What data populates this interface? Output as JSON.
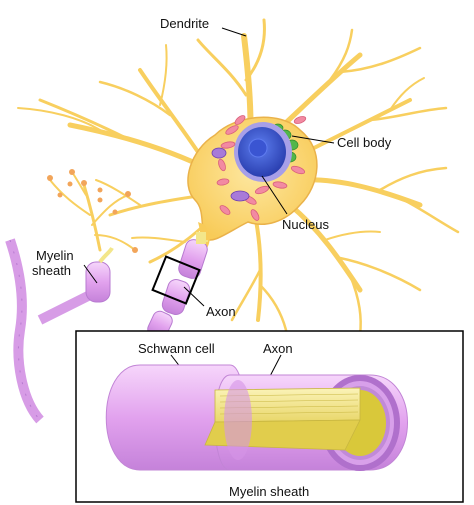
{
  "labels": {
    "dendrite": "Dendrite",
    "cell_body": "Cell body",
    "nucleus": "Nucleus",
    "myelin_sheath_line1": "Myelin",
    "myelin_sheath_line2": "sheath",
    "axon": "Axon",
    "inset_schwann_cell": "Schwann cell",
    "inset_axon": "Axon",
    "inset_myelin_sheath": "Myelin sheath"
  },
  "colors": {
    "cell_fill": "#fbd66a",
    "cell_edge": "#eab24a",
    "nucleus": "#3d5fd6",
    "nucleus_inner": "#2a3fb0",
    "nucleus_glow": "#a79fe8",
    "organelle_pink": "#f28aa2",
    "er_green": "#52b64a",
    "myelin": "#e6a8f0",
    "myelin_dark": "#b77ad0",
    "axon_core": "#f3e68a",
    "axon_cross": "#d9c83a",
    "dendrite_tip": "#f2a55a"
  }
}
